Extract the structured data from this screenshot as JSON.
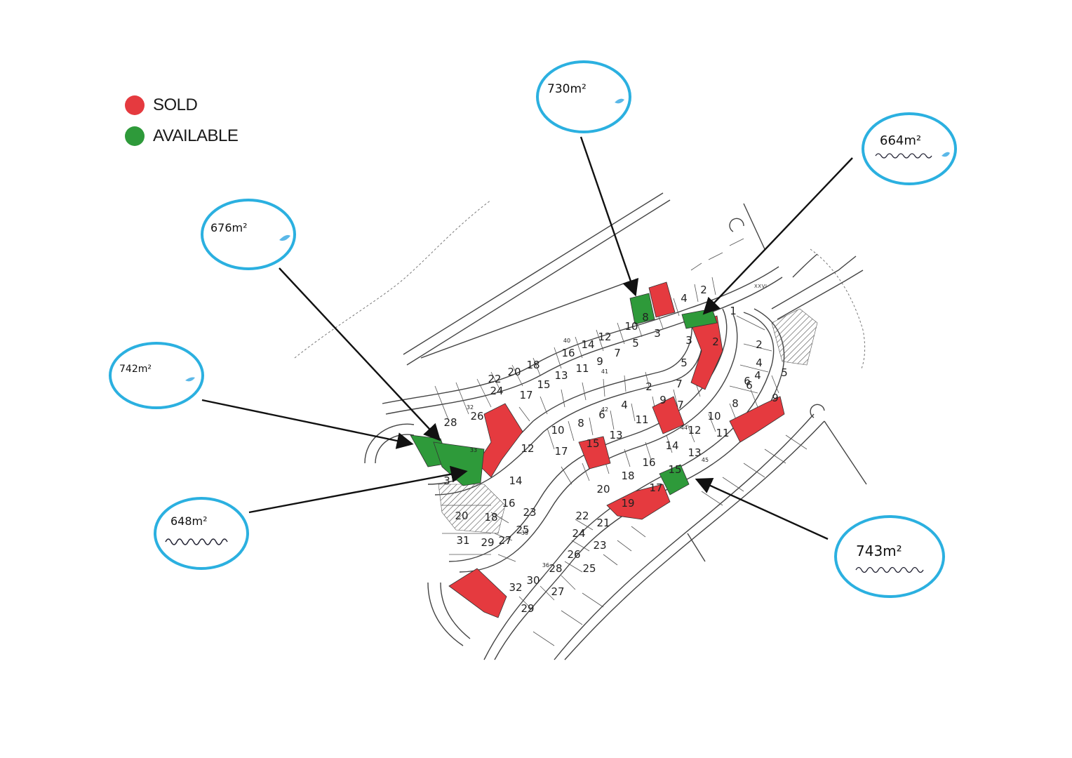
{
  "legend": {
    "sold": {
      "label": "SOLD",
      "color": "#e53a3f"
    },
    "available": {
      "label": "AVAILABLE",
      "color": "#2e9a3a"
    }
  },
  "callouts": [
    {
      "area": "730m²",
      "scribble": ""
    },
    {
      "area": "664m²",
      "scribble": ""
    },
    {
      "area": "676m²",
      "scribble": ""
    },
    {
      "area": "742m²",
      "scribble": ""
    },
    {
      "area": "648m²",
      "scribble": ""
    },
    {
      "area": "743m²",
      "scribble": ""
    }
  ],
  "callout_color": "#2bb0e0",
  "roads": {
    "label_xxvi": "XXVI"
  },
  "lots": {
    "row_a": [
      "10",
      "8",
      "4",
      "2"
    ],
    "row_b": [
      "22",
      "20",
      "18",
      "16",
      "14",
      "12"
    ],
    "row_c": [
      "3",
      "5",
      "7",
      "9",
      "11",
      "13",
      "15",
      "17"
    ],
    "row_d": [
      "24",
      "26",
      "28",
      "32"
    ],
    "row_e": [
      "2",
      "4",
      "6",
      "8",
      "10"
    ],
    "row_f": [
      "12",
      "14",
      "16",
      "18",
      "20"
    ],
    "row_g": [
      "3",
      "5",
      "7",
      "9",
      "11",
      "13",
      "15",
      "17"
    ],
    "row_h": [
      "2",
      "4",
      "6",
      "8",
      "10",
      "12",
      "14",
      "16",
      "18",
      "20"
    ],
    "row_i": [
      "23",
      "25",
      "27",
      "29",
      "31"
    ],
    "row_j": [
      "22",
      "24",
      "26",
      "28",
      "30",
      "32"
    ],
    "row_k": [
      "21",
      "23",
      "25",
      "27",
      "29"
    ],
    "row_l": [
      "1",
      "2",
      "3",
      "4",
      "5",
      "6",
      "7"
    ],
    "row_m": [
      "9",
      "11",
      "13",
      "15",
      "17",
      "19"
    ],
    "small": [
      "40",
      "41",
      "42",
      "44",
      "45",
      "33",
      "35",
      "36"
    ]
  }
}
